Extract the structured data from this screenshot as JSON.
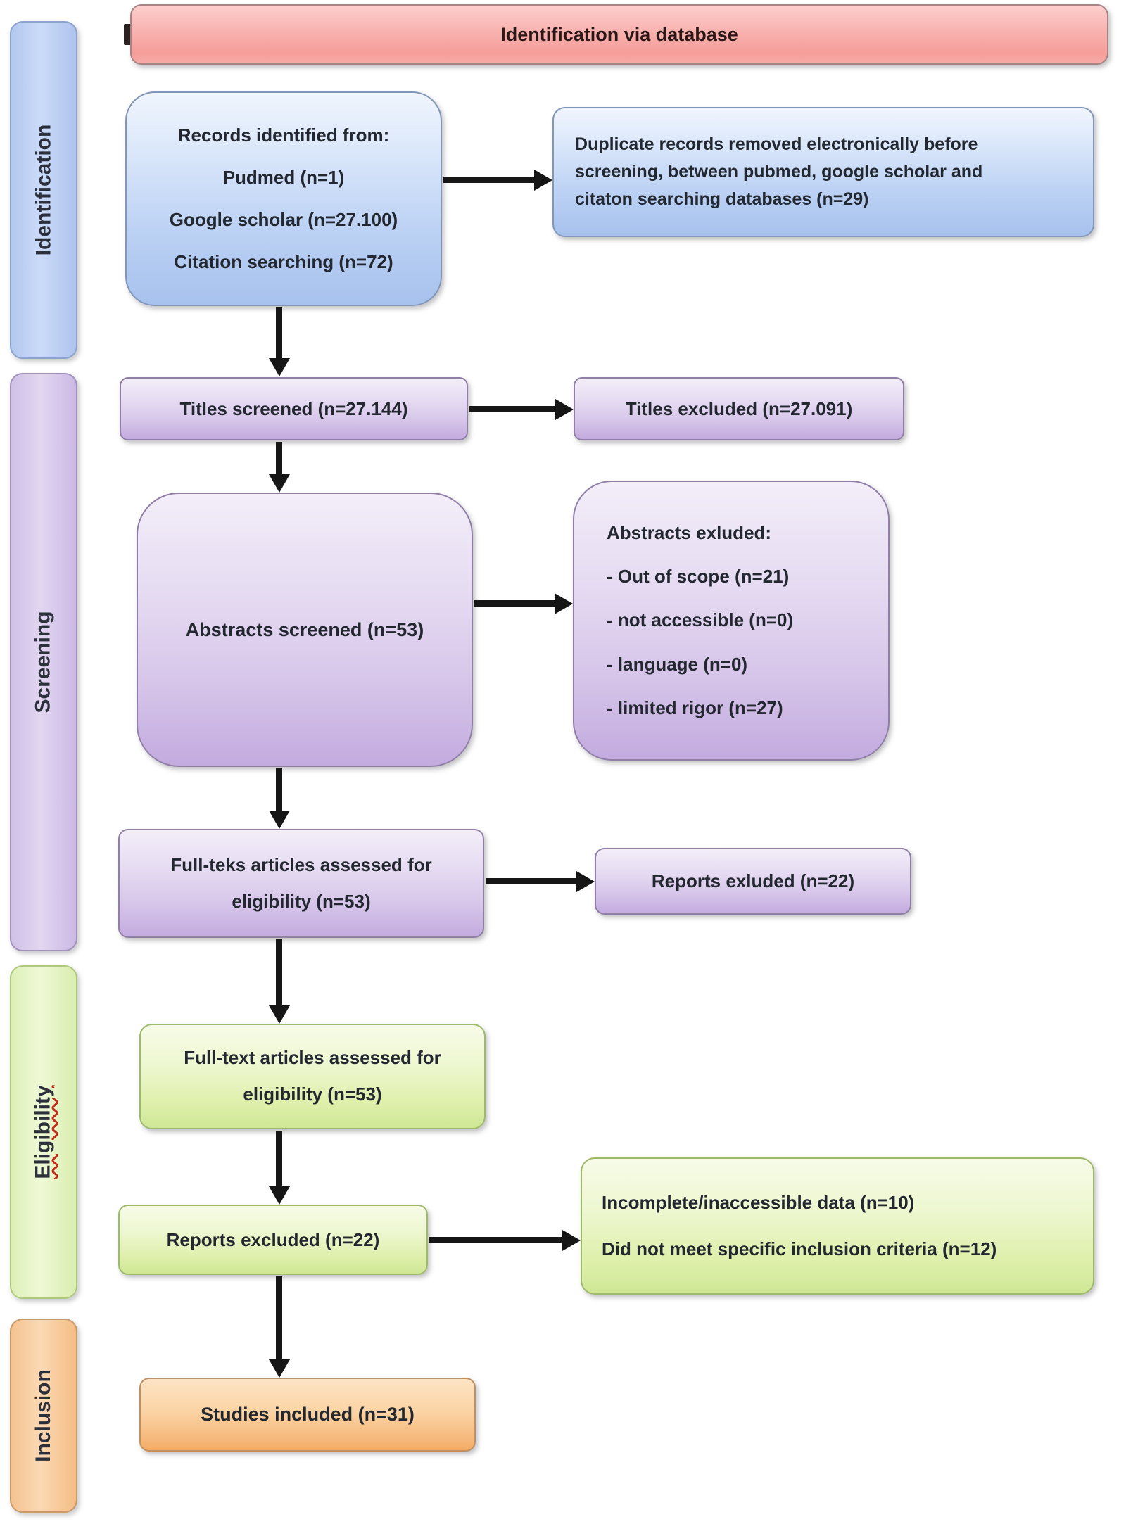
{
  "banner": {
    "title": "Identification via database"
  },
  "sidebar": {
    "identification": "Identification",
    "screening": "Screening",
    "eligibility": "Eligibility",
    "inclusion": "Inclusion"
  },
  "boxes": {
    "records_identified": {
      "title": "Records identified from:",
      "items": [
        "Pudmed (n=1)",
        "Google scholar (n=27.100)",
        "Citation searching (n=72)"
      ]
    },
    "duplicates_removed": {
      "text": "Duplicate records removed electronically before screening, between pubmed, google scholar and citaton searching databases (n=29)"
    },
    "titles_screened": {
      "text": "Titles screened (n=27.144)"
    },
    "titles_excluded": {
      "text": "Titles excluded (n=27.091)"
    },
    "abstracts_screened": {
      "text": "Abstracts screened (n=53)"
    },
    "abstracts_excluded": {
      "title": "Abstracts exluded:",
      "items": [
        "- Out of scope (n=21)",
        "- not accessible (n=0)",
        "- language (n=0)",
        "- limited rigor (n=27)"
      ]
    },
    "fulltext_assessed_1": {
      "line1": "Full-teks articles assessed for",
      "line2": "eligibility (n=53)"
    },
    "reports_excluded_1": {
      "text": "Reports exluded (n=22)"
    },
    "fulltext_assessed_2": {
      "line1": "Full-text articles assessed for",
      "line2": "eligibility (n=53)"
    },
    "reports_excluded_2": {
      "text": "Reports excluded (n=22)"
    },
    "exclusion_details": {
      "line1": "Incomplete/inaccessible data (n=10)",
      "line2": "Did not meet specific inclusion criteria (n=12)"
    },
    "studies_included": {
      "text": "Studies included (n=31)"
    }
  },
  "colors": {
    "banner_pink": "#f6a9a6",
    "box_blue": "#bad0f2",
    "box_purple": "#d5c3e8",
    "box_green": "#dff0ae",
    "box_orange": "#f7c08b",
    "arrow": "#161616",
    "spellcheck_red": "#c42b1c"
  }
}
